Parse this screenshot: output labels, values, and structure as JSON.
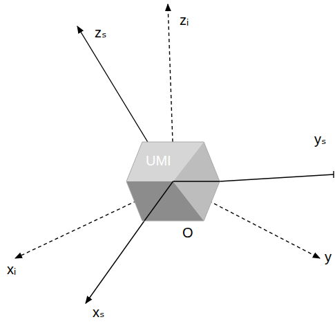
{
  "diagram": {
    "nodes": [
      {
        "text": [
          "UMI"
        ]
      }
    ],
    "labels": [
      "zᵢ",
      "zₛ",
      "yₛ",
      "y",
      "xᵢ",
      "xₛ",
      "O"
    ]
  }
}
